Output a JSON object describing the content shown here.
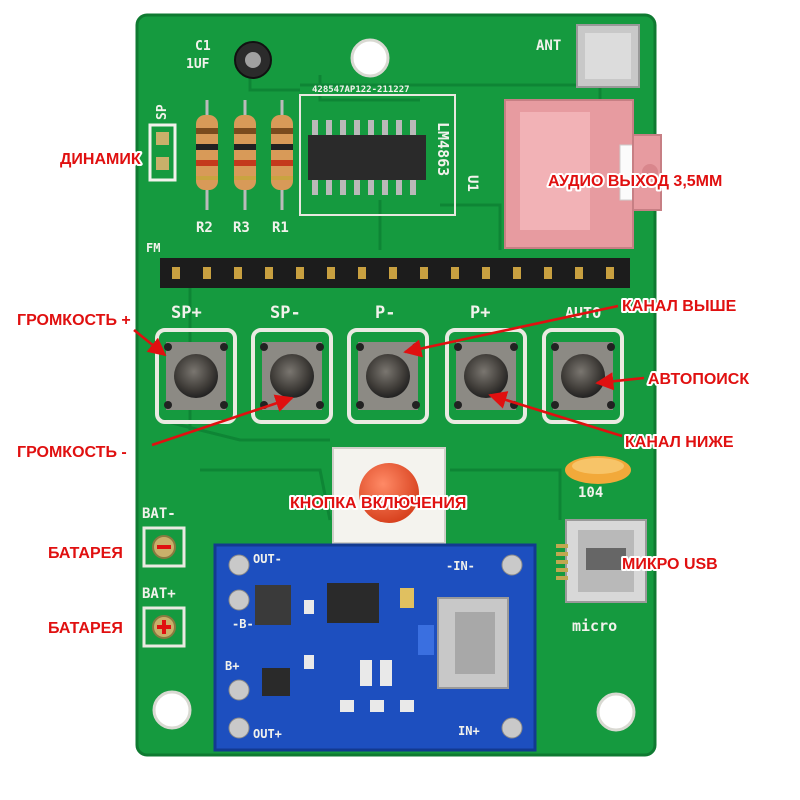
{
  "board": {
    "labels": {
      "c1": "C1",
      "c1_value": "1UF",
      "sp": "SP",
      "ant": "ANT",
      "chip_code": "428547AP122-211227",
      "chip_name": "LM4863",
      "u1": "U1",
      "r2": "R2",
      "r3": "R3",
      "r1": "R1",
      "fm": "FM",
      "sp_plus": "SP+",
      "sp_minus": "SP-",
      "p_minus": "P-",
      "p_plus": "P+",
      "auto": "AUTO",
      "cap_104": "104",
      "bat_minus": "BAT-",
      "bat_plus": "BAT+",
      "micro": "micro",
      "out_minus": "OUT-",
      "in_minus": "-IN-",
      "b_minus": "-B-",
      "b_plus": "B+",
      "out_plus": "OUT+",
      "in_plus": "IN+"
    }
  },
  "callouts": {
    "speaker": "ДИНАМИК",
    "audio_out": "АУДИО ВЫХОД 3,5ММ",
    "volume_up": "ГРОМКОСТЬ +",
    "channel_up": "КАНАЛ ВЫШЕ",
    "autoscan": "АВТОПОИСК",
    "channel_down": "КАНАЛ НИЖЕ",
    "volume_down": "ГРОМКОСТЬ -",
    "power_button": "КНОПКА ВКЛЮЧЕНИЯ",
    "battery_minus": "БАТАРЕЯ",
    "battery_plus": "БАТАРЕЯ",
    "micro_usb": "МИКРО USB"
  },
  "colors": {
    "board_green": "#159a3f",
    "charger_blue": "#1d4fbf",
    "callout_red": "#e01010",
    "power_button_red": "#ee5a3c"
  }
}
